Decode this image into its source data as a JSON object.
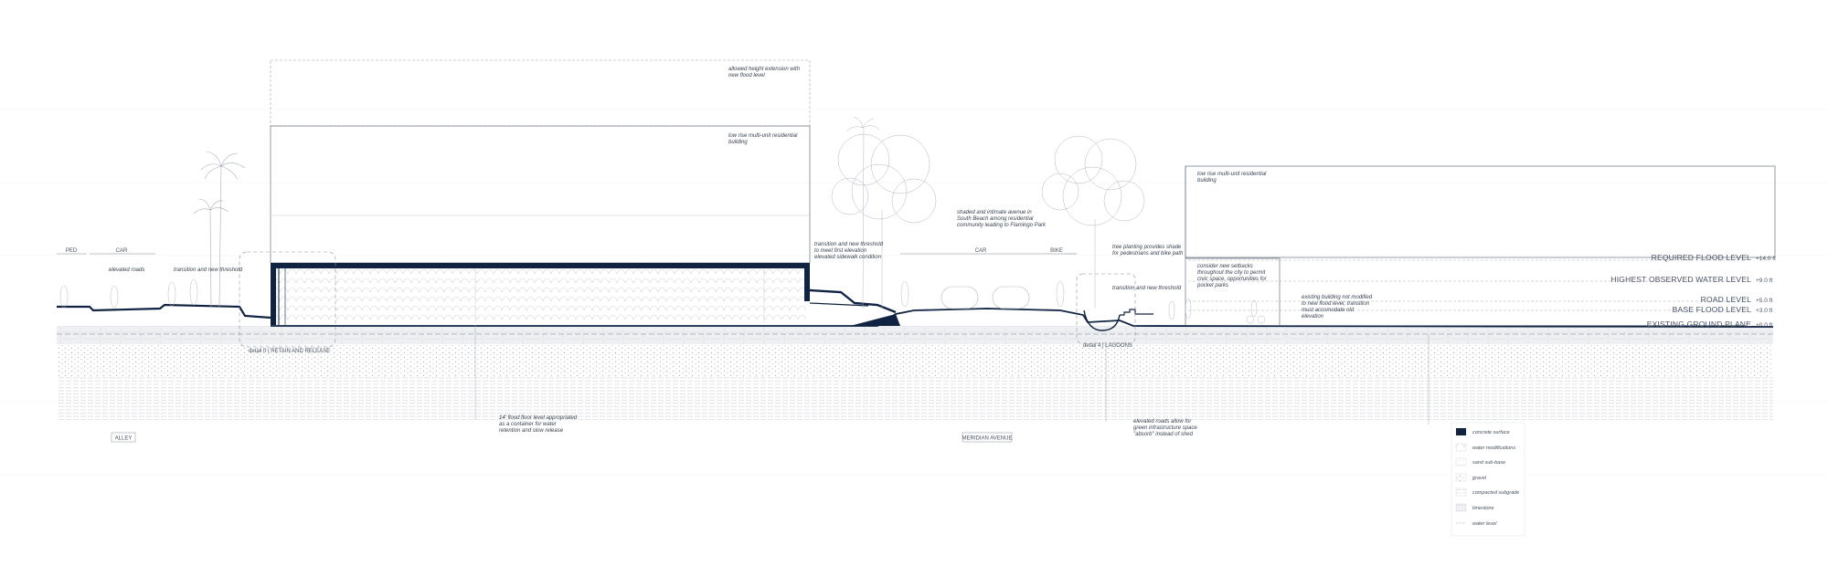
{
  "notes": {
    "height_extension": "allowed height extension with\nnew flood level",
    "lowrise_left": "low rise multi-unit residential\nbuilding",
    "shaded_avenue": "shaded and intimate avenue in\nSouth Beach among residential\ncommunity leading to Flamingo Park",
    "transition_sidewalk": "transition and new threshold\nto meet first elevation\nelevated sidewalk condition",
    "tree_planting": "tree planting provides shade\nfor pedestrians and bike path",
    "lowrise_right": "low rise multi-unit residential\nbuilding",
    "setbacks": "consider new setbacks\nthroughout the city to permit\ncivic space, opportunities for\npocket parks",
    "existing_building": "existing building not modified\nto new flood level, transition\nmust accomodate old\nelevation",
    "elevated_roads": "elevated roads",
    "transition_left": "transition and new threshold",
    "transition_mid": "transition and new threshold",
    "floor_level": "14' flood floor level appropriated\nas a container for water\nretention and slow release",
    "elevated_roads_green": "elevated roads allow for\ngreen infrastructure space\n\"absorb\" instead of shed",
    "detail_retain": "detail 0 | RETAIN AND RELEASE",
    "detail_lagoons": "detail 4 | LAGOONS"
  },
  "zones": {
    "ped": "PED",
    "car_left": "CAR",
    "car_mid": "CAR",
    "bike": "BIKE"
  },
  "street_labels": {
    "alley": "ALLEY",
    "meridian": "MERIDIAN AVENUE"
  },
  "levels": [
    {
      "name": "REQUIRED FLOOD LEVEL",
      "value": "+14.0 ft"
    },
    {
      "name": "HIGHEST OBSERVED WATER LEVEL",
      "value": "+9.0 ft"
    },
    {
      "name": "ROAD LEVEL",
      "value": "+5.0 ft"
    },
    {
      "name": "BASE FLOOD LEVEL",
      "value": "+3.0 ft"
    },
    {
      "name": "EXISTING GROUND PLANE",
      "value": "+0.0 ft"
    }
  ],
  "legend": [
    {
      "label": "concrete surface",
      "icon": "concrete-swatch"
    },
    {
      "label": "water modifications",
      "icon": "water-mod-swatch"
    },
    {
      "label": "sand sub-base",
      "icon": "sand-swatch"
    },
    {
      "label": "gravel",
      "icon": "gravel-swatch"
    },
    {
      "label": "compacted subgrade",
      "icon": "subgrade-swatch"
    },
    {
      "label": "limestone",
      "icon": "limestone-swatch"
    },
    {
      "label": "water level",
      "icon": "water-level-swatch"
    }
  ],
  "colors": {
    "concrete": "#102342",
    "line": "#6a7280",
    "light_line": "#b9bfc8"
  }
}
